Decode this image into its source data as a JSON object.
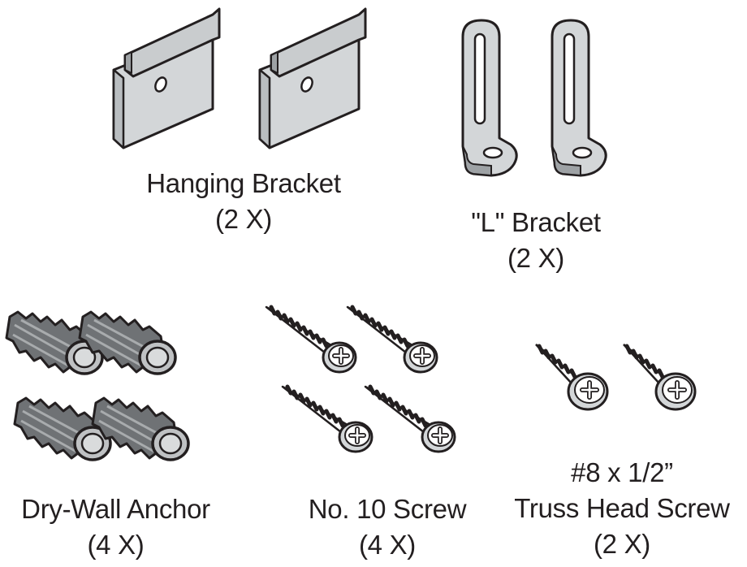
{
  "parts": [
    {
      "name": "Hanging Bracket",
      "qty": "(2 X)",
      "lines": [
        "Hanging Bracket",
        "(2 X)"
      ]
    },
    {
      "name": "\"L\" Bracket",
      "qty": "(2 X)",
      "lines": [
        "\"L\" Bracket",
        "(2 X)"
      ]
    },
    {
      "name": "Dry-Wall Anchor",
      "qty": "(4 X)",
      "lines": [
        "Dry-Wall Anchor",
        "(4 X)"
      ]
    },
    {
      "name": "No. 10 Screw",
      "qty": "(4 X)",
      "lines": [
        "No. 10 Screw",
        "(4 X)"
      ]
    },
    {
      "name": "#8 x 1/2\" Truss Head Screw",
      "qty": "(2 X)",
      "lines": [
        "#8 x 1/2”",
        "Truss Head Screw",
        "(2 X)"
      ]
    }
  ],
  "colors": {
    "metal": "#cfd2d4",
    "metal_dark": "#9ea2a5",
    "plastic": "#8a8d8f",
    "plastic_light": "#c4c6c8",
    "line": "#231f20"
  }
}
